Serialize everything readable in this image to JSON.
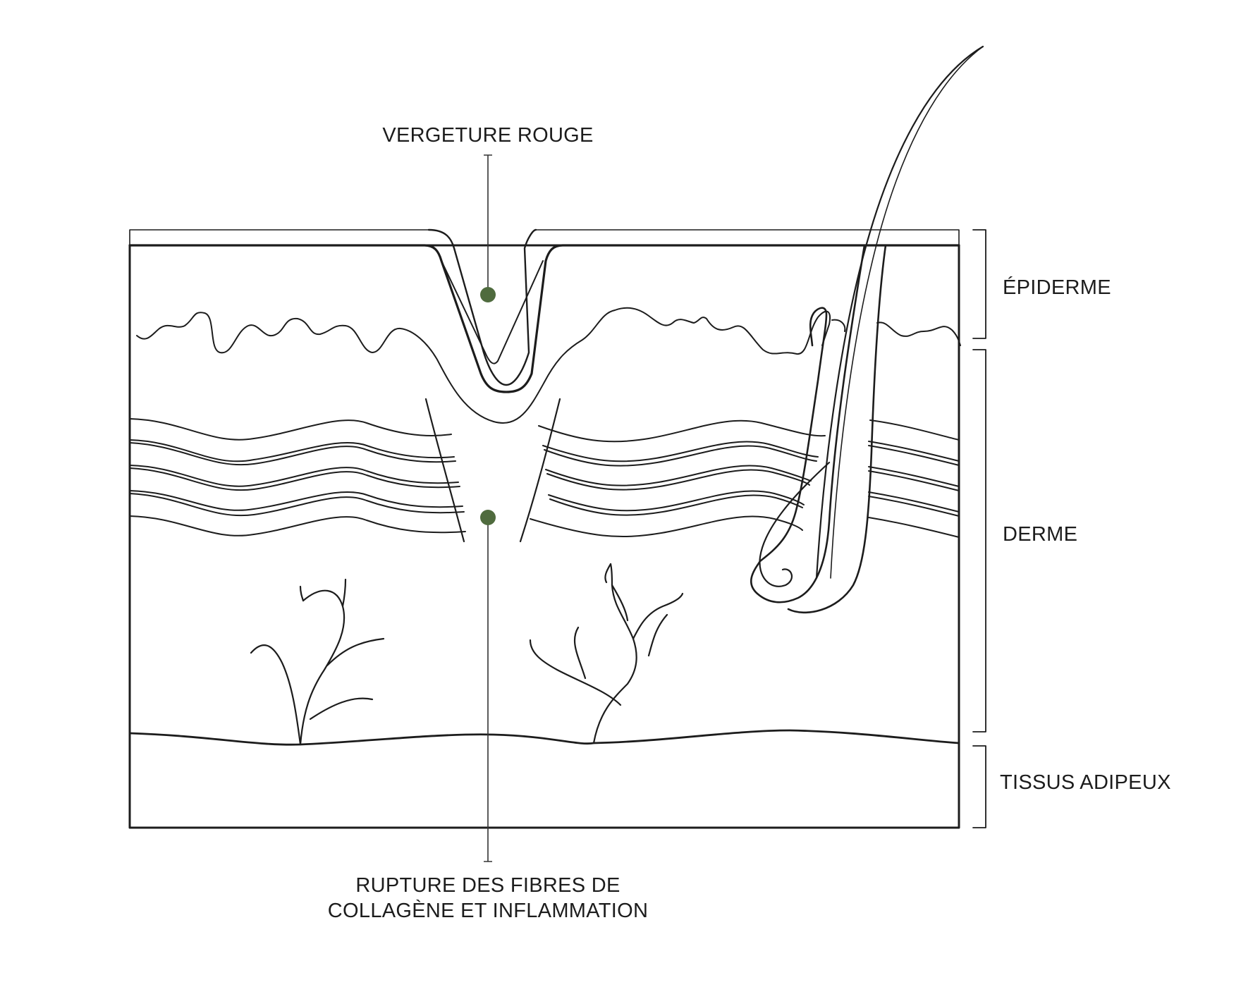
{
  "labels": {
    "top_callout": "VERGETURE ROUGE",
    "bottom_callout_line1": "RUPTURE DES FIBRES DE",
    "bottom_callout_line2": "COLLAGÈNE ET INFLAMMATION",
    "layer_epidermis": "ÉPIDERME",
    "layer_dermis": "DERME",
    "layer_fat": "TISSUS ADIPEUX"
  },
  "colors": {
    "ink": "#1c1c1c",
    "accent_dot": "#4f6b3e",
    "leader": "#333333"
  }
}
